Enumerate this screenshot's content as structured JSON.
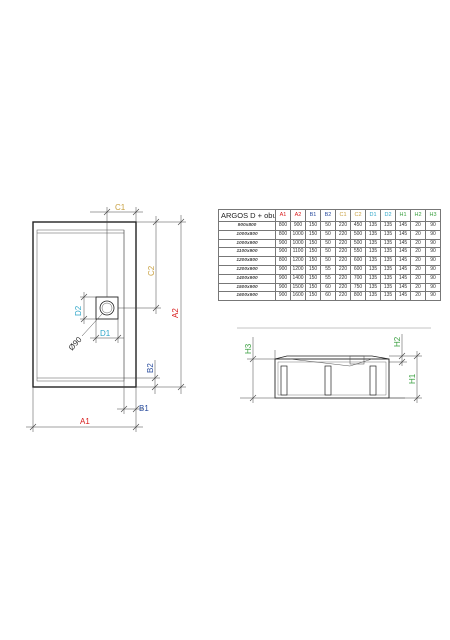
{
  "colors": {
    "a_group": "#d81b1b",
    "b_group": "#2a4d9e",
    "c_group": "#c8a040",
    "d_group": "#2fa6c8",
    "h_group": "#3aa040",
    "line": "#222222"
  },
  "plan_labels": {
    "a1": "A1",
    "a2": "A2",
    "b1": "B1",
    "b2": "B2",
    "c1": "C1",
    "c2": "C2",
    "d1": "D1",
    "d2": "D2",
    "diameter": "Ø90"
  },
  "section_labels": {
    "h1": "H1",
    "h2": "H2",
    "h3": "H3"
  },
  "table": {
    "title": "ARGOS D + obudowa",
    "headers": [
      "A1",
      "A2",
      "B1",
      "B2",
      "C1",
      "C2",
      "D1",
      "D2",
      "H1",
      "H2",
      "H3"
    ],
    "rows": [
      {
        "model": "900x800",
        "values": [
          "800",
          "900",
          "150",
          "50",
          "220",
          "450",
          "135",
          "135",
          "145",
          "20",
          "90"
        ]
      },
      {
        "model": "1000x800",
        "values": [
          "800",
          "1000",
          "150",
          "50",
          "220",
          "500",
          "135",
          "135",
          "145",
          "20",
          "90"
        ]
      },
      {
        "model": "1000x900",
        "values": [
          "900",
          "1000",
          "150",
          "50",
          "220",
          "500",
          "135",
          "135",
          "145",
          "20",
          "90"
        ]
      },
      {
        "model": "1100x900",
        "values": [
          "900",
          "1100",
          "150",
          "50",
          "220",
          "550",
          "135",
          "135",
          "145",
          "20",
          "90"
        ]
      },
      {
        "model": "1200x800",
        "values": [
          "800",
          "1200",
          "150",
          "50",
          "220",
          "600",
          "135",
          "135",
          "145",
          "20",
          "90"
        ]
      },
      {
        "model": "1200x900",
        "values": [
          "900",
          "1200",
          "150",
          "55",
          "220",
          "600",
          "135",
          "135",
          "145",
          "20",
          "90"
        ]
      },
      {
        "model": "1400x900",
        "values": [
          "900",
          "1400",
          "150",
          "55",
          "220",
          "700",
          "135",
          "135",
          "145",
          "20",
          "90"
        ]
      },
      {
        "model": "1500x900",
        "values": [
          "900",
          "1500",
          "150",
          "60",
          "220",
          "750",
          "135",
          "135",
          "145",
          "20",
          "90"
        ]
      },
      {
        "model": "1600x900",
        "values": [
          "900",
          "1600",
          "150",
          "60",
          "220",
          "800",
          "135",
          "135",
          "145",
          "20",
          "90"
        ]
      }
    ]
  }
}
